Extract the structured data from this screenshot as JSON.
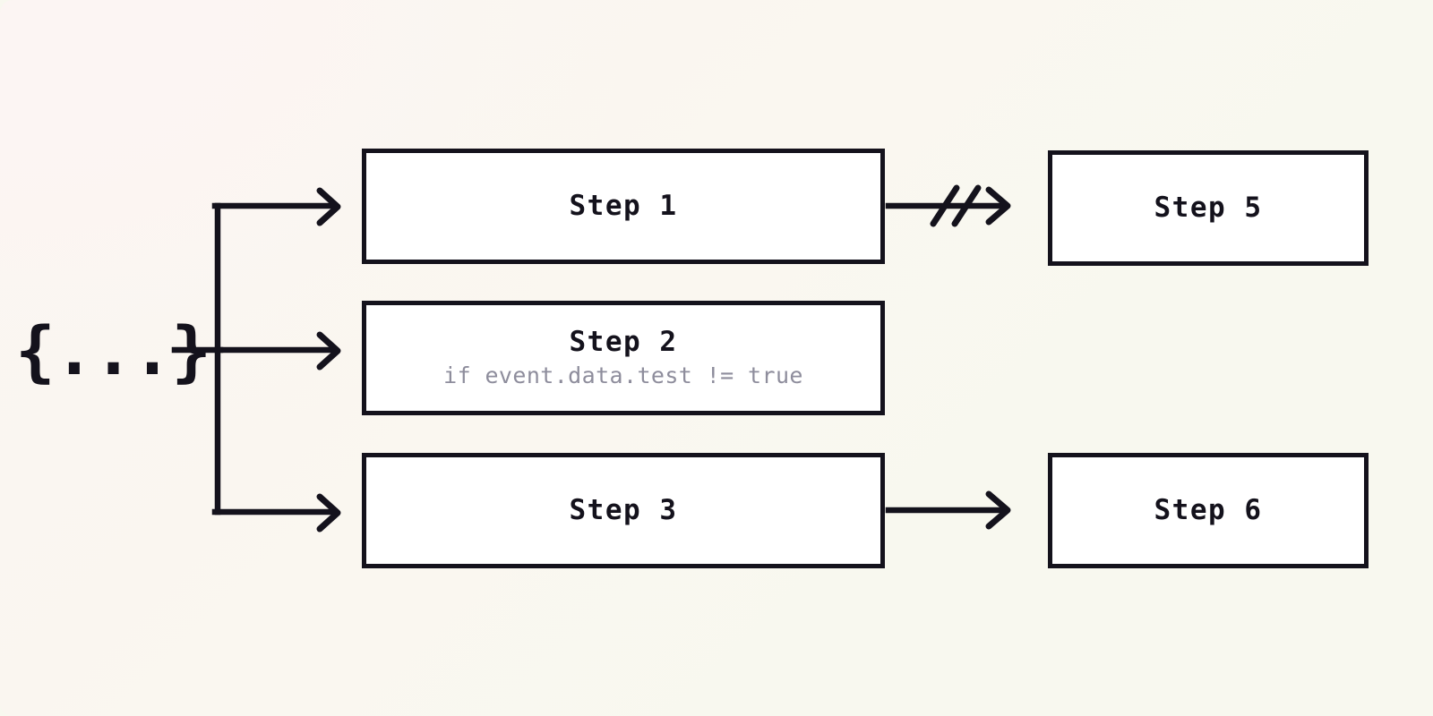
{
  "diagram": {
    "title": "Step workflow branching diagram",
    "background_start": "#FBF4F2",
    "background_end": "#F8F8EF",
    "line_color": "#14121C",
    "node_fill": "#FFFFFF",
    "subtitle_color": "#8E8D9C",
    "trigger": {
      "glyph": "{...}",
      "name": "event-payload"
    },
    "nodes": [
      {
        "id": "step1",
        "title": "Step 1",
        "subtitle": ""
      },
      {
        "id": "step2",
        "title": "Step 2",
        "subtitle": "if event.data.test != true"
      },
      {
        "id": "step3",
        "title": "Step 3",
        "subtitle": ""
      },
      {
        "id": "step5",
        "title": "Step 5",
        "subtitle": ""
      },
      {
        "id": "step6",
        "title": "Step 6",
        "subtitle": ""
      }
    ],
    "edges": [
      {
        "from": "event-payload",
        "to": "step1",
        "style": "arrow"
      },
      {
        "from": "event-payload",
        "to": "step2",
        "style": "arrow"
      },
      {
        "from": "event-payload",
        "to": "step3",
        "style": "arrow"
      },
      {
        "from": "step1",
        "to": "step5",
        "style": "arrow-with-break"
      },
      {
        "from": "step3",
        "to": "step6",
        "style": "arrow"
      }
    ]
  }
}
